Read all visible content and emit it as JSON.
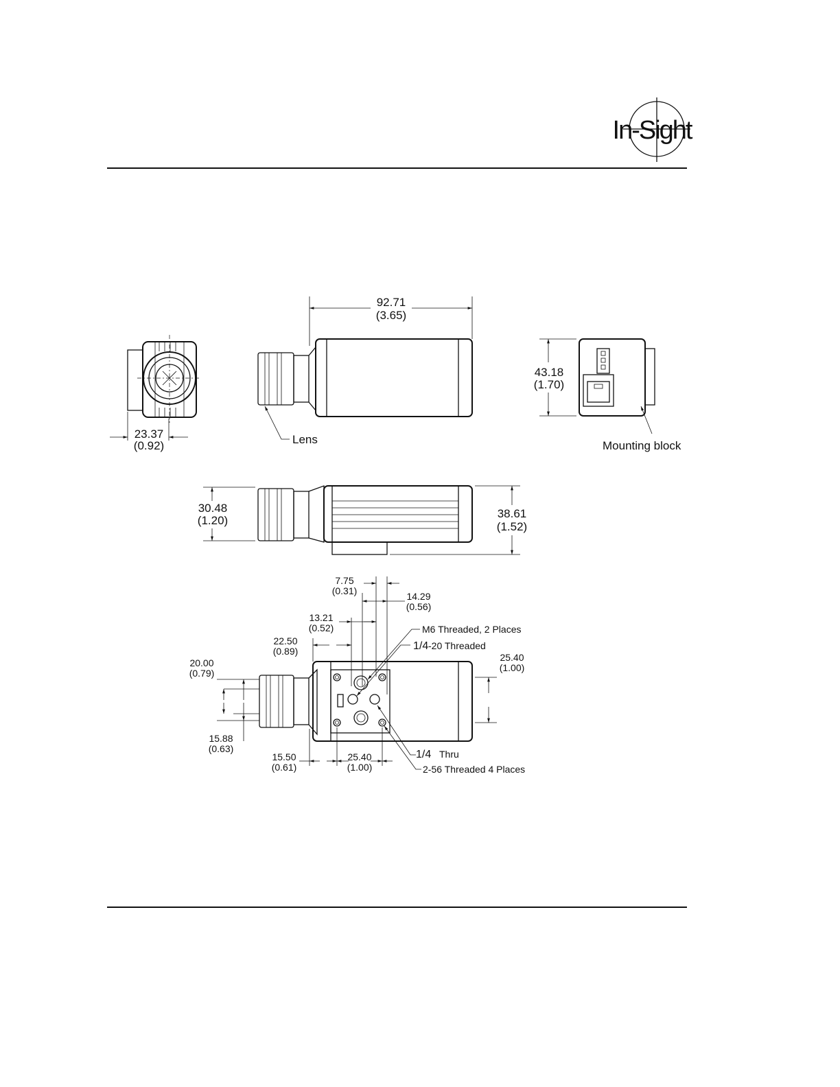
{
  "header": {
    "logo_text": "In-Sight"
  },
  "views": {
    "front": {
      "width_mm": "23.37",
      "width_in": "(0.92)"
    },
    "side": {
      "length_mm": "92.71",
      "length_in": "(3.65)",
      "lens_label": "Lens"
    },
    "rear": {
      "height_mm": "43.18",
      "height_in": "(1.70)",
      "mount_label": "Mounting block"
    },
    "top": {
      "body_height_mm": "30.48",
      "body_height_in": "(1.20)",
      "total_height_mm": "38.61",
      "total_height_in": "(1.52)"
    },
    "bottom": {
      "d_775_mm": "7.75",
      "d_775_in": "(0.31)",
      "d_1429_mm": "14.29",
      "d_1429_in": "(0.56)",
      "d_1321_mm": "13.21",
      "d_1321_in": "(0.52)",
      "d_2250_mm": "22.50",
      "d_2250_in": "(0.89)",
      "d_2000_mm": "20.00",
      "d_2000_in": "(0.79)",
      "d_2540v_mm": "25.40",
      "d_2540v_in": "(1.00)",
      "d_1588_mm": "15.88",
      "d_1588_in": "(0.63)",
      "d_1550_mm": "15.50",
      "d_1550_in": "(0.61)",
      "d_2540h_mm": "25.40",
      "d_2540h_in": "(1.00)",
      "callout_m6": "M6 Threaded, 2 Places",
      "callout_quarter20": "-20 Threaded",
      "callout_quarter_thru": "Thru",
      "callout_256": "2-56 Threaded 4 Places",
      "fraction": "1/4"
    }
  }
}
